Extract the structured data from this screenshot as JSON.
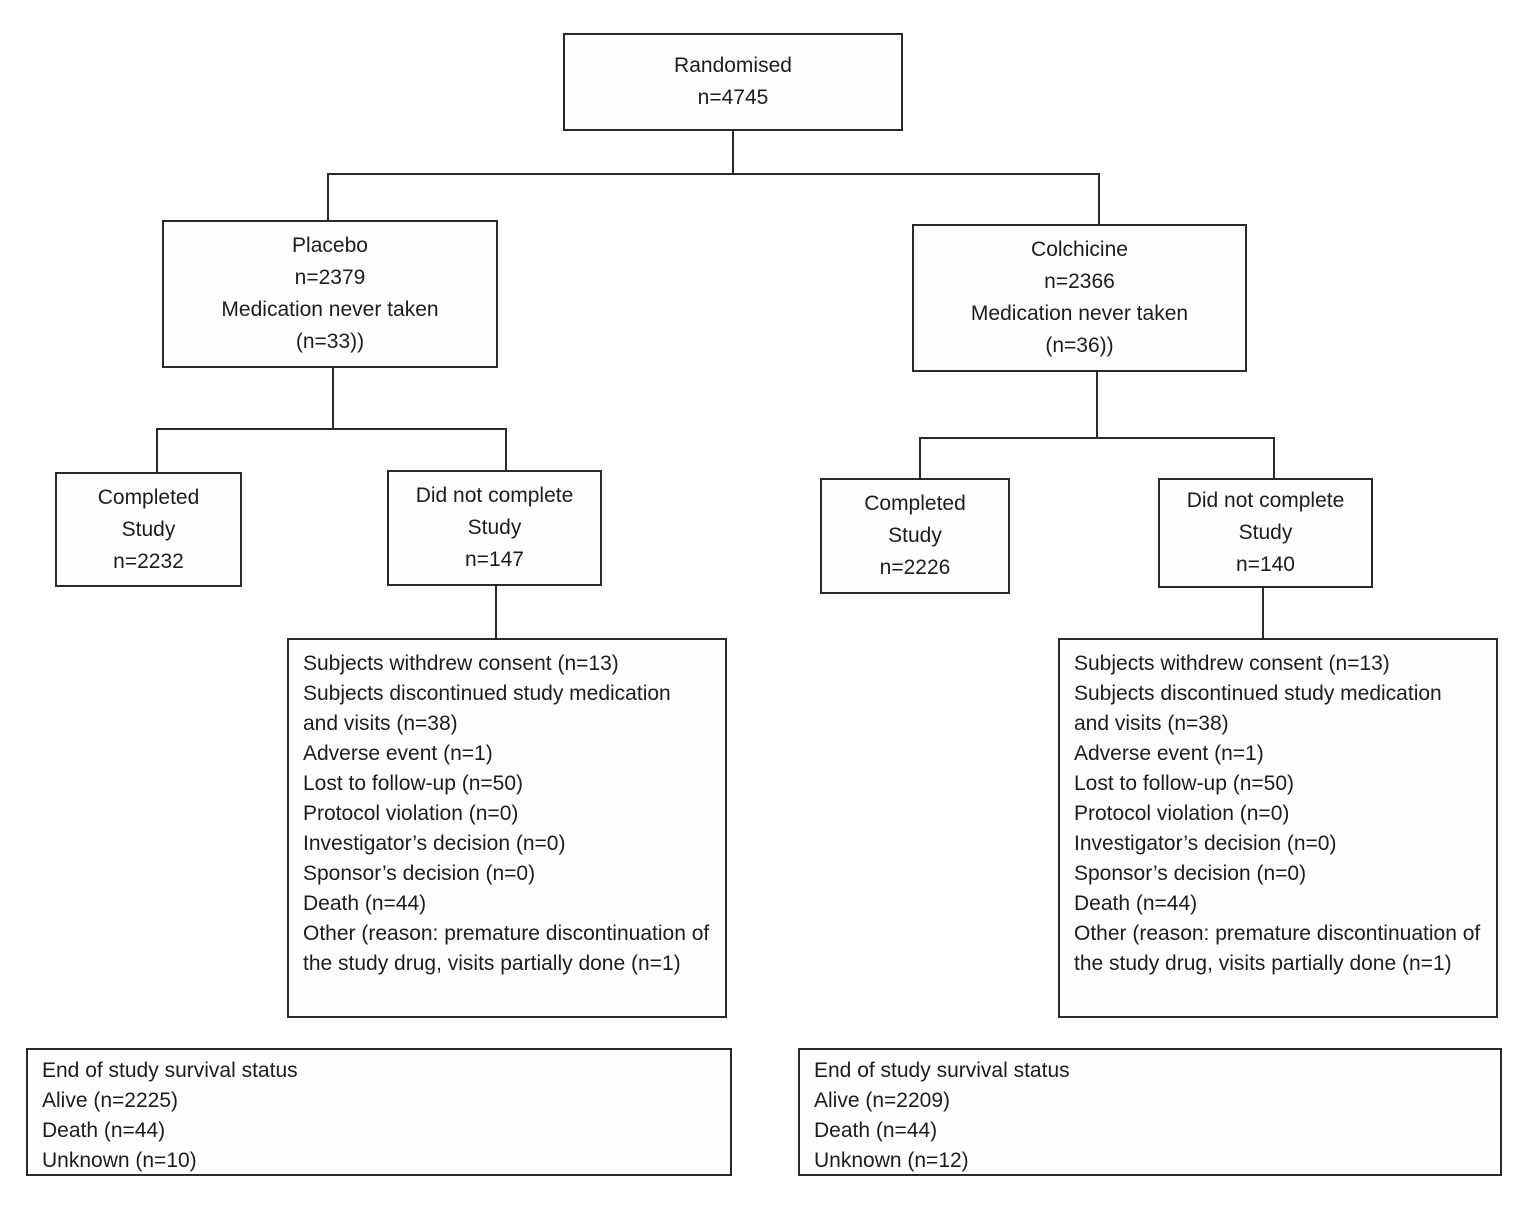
{
  "flow": {
    "randomised": [
      "Randomised",
      "n=4745"
    ],
    "placebo": {
      "group": [
        "Placebo",
        "n=2379",
        "Medication never taken",
        "(n=33))"
      ],
      "completed": [
        "Completed",
        "Study",
        "n=2232"
      ],
      "did_not_complete": [
        "Did not complete",
        "Study",
        "n=147"
      ],
      "reasons": [
        "Subjects withdrew consent (n=13)",
        "Subjects discontinued study medication and visits (n=38)",
        "Adverse event (n=1)",
        "Lost to follow-up (n=50)",
        "Protocol violation (n=0)",
        "Investigator’s decision (n=0)",
        "Sponsor’s decision (n=0)",
        "Death (n=44)",
        "Other (reason: premature discontinuation of the study drug, visits partially done (n=1)"
      ],
      "survival": [
        "End of study survival status",
        "Alive (n=2225)",
        "Death (n=44)",
        "Unknown (n=10)"
      ]
    },
    "colchicine": {
      "group": [
        "Colchicine",
        "n=2366",
        "Medication never taken",
        "(n=36))"
      ],
      "completed": [
        "Completed",
        "Study",
        "n=2226"
      ],
      "did_not_complete": [
        "Did not complete",
        "Study",
        "n=140"
      ],
      "reasons": [
        "Subjects withdrew consent (n=13)",
        "Subjects discontinued study medication and visits (n=38)",
        "Adverse event (n=1)",
        "Lost to follow-up (n=50)",
        "Protocol violation (n=0)",
        "Investigator’s decision (n=0)",
        "Sponsor’s decision (n=0)",
        "Death (n=44)",
        "Other (reason: premature discontinuation of the study drug, visits partially done (n=1)"
      ],
      "survival": [
        "End of study survival status",
        "Alive (n=2209)",
        "Death (n=44)",
        "Unknown (n=12)"
      ]
    },
    "line_color": "#2a2a2a"
  }
}
